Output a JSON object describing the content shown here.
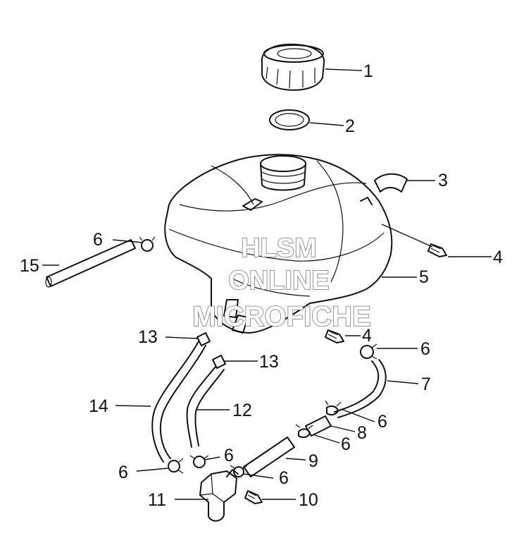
{
  "labels": {
    "l1": "1",
    "l2": "2",
    "l3": "3",
    "l4a": "4",
    "l4b": "4",
    "l5": "5",
    "l6a": "6",
    "l6b": "6",
    "l6c": "6",
    "l6d": "6",
    "l6e": "6",
    "l6f": "6",
    "l6g": "6",
    "l7": "7",
    "l8": "8",
    "l9": "9",
    "l10": "10",
    "l11": "11",
    "l12": "12",
    "l13a": "13",
    "l13b": "13",
    "l14": "14",
    "l15": "15"
  },
  "watermark": {
    "line1": "HLSM",
    "line2": "ONLINE",
    "line3": "MICROFICHE"
  }
}
